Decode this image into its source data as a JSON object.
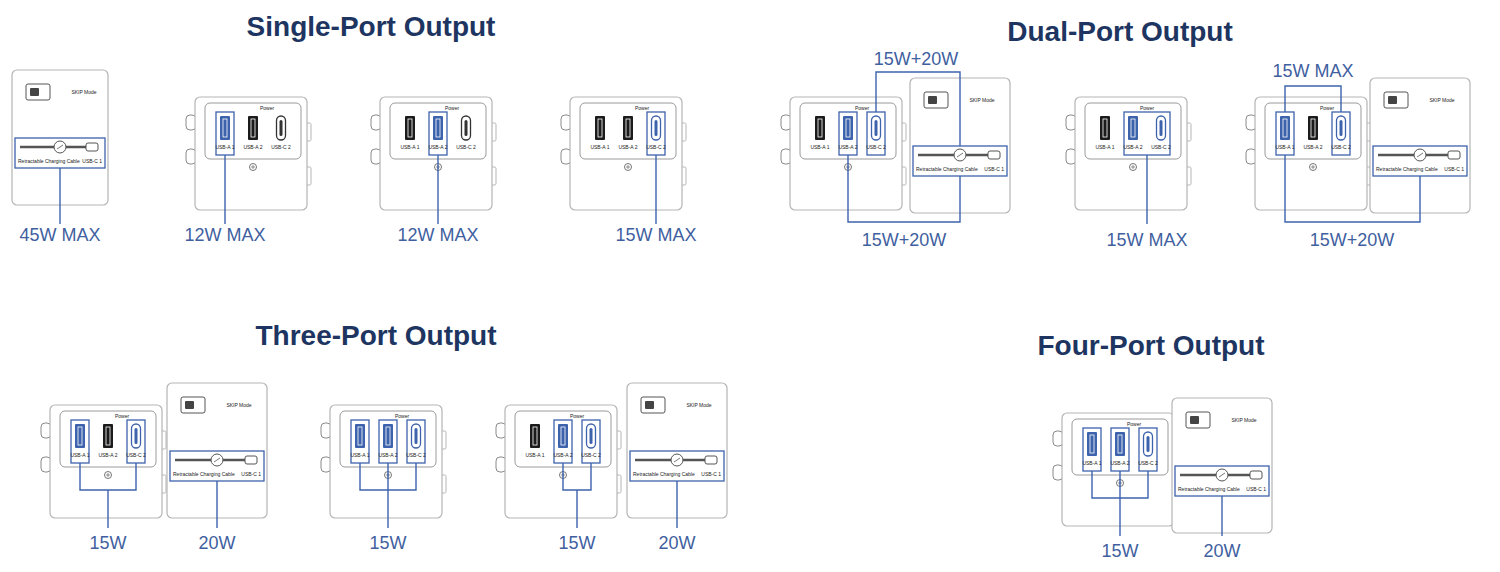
{
  "diagram": {
    "labels": [
      "Single-Port Output",
      "SKIP Mode",
      "Retractable Charging Cable",
      "USB-C 1",
      "Power",
      "USB-A 1",
      "USB-A 2",
      "USB-C 2",
      "Power",
      "USB-A 1",
      "USB-A 2",
      "USB-C 2",
      "Power",
      "USB-A 1",
      "USB-A 2",
      "USB-C 2",
      "45W MAX",
      "12W MAX",
      "12W MAX",
      "15W MAX",
      "Dual-Port Output",
      "15W+20W",
      "Power",
      "USB-A 1",
      "USB-A 2",
      "USB-C 2",
      "SKIP Mode",
      "Retractable Charging Cable",
      "USB-C 1",
      "15W+20W",
      "Power",
      "USB-A 1",
      "USB-A 2",
      "USB-C 2",
      "15W MAX",
      "15W MAX",
      "Power",
      "USB-A 1",
      "USB-A 2",
      "USB-C 2",
      "SKIP Mode",
      "Retractable Charging Cable",
      "USB-C 1",
      "15W+20W",
      "Three-Port Output",
      "Power",
      "USB-A 1",
      "USB-A 2",
      "USB-C 2",
      "SKIP Mode",
      "Retractable Charging Cable",
      "USB-C 1",
      "15W",
      "20W",
      "Power",
      "USB-A 1",
      "USB-A 2",
      "USB-C 2",
      "15W",
      "Power",
      "USB-A 1",
      "USB-A 2",
      "USB-C 2",
      "SKIP Mode",
      "Retractable Charging Cable",
      "USB-C 1",
      "15W",
      "20W",
      "Four-Port Output",
      "Power",
      "USB-A 1",
      "USB-A 2",
      "USB-C 2",
      "SKIP Mode",
      "Retractable Charging Cable",
      "USB-C 1",
      "15W",
      "20W"
    ]
  }
}
